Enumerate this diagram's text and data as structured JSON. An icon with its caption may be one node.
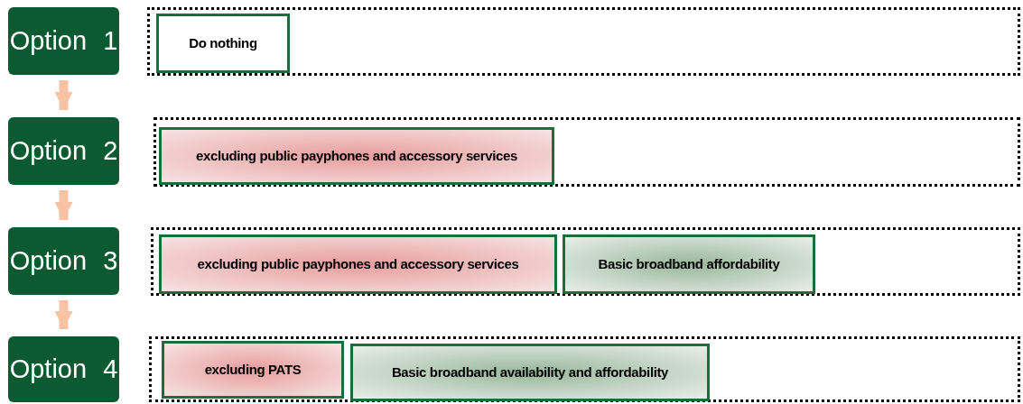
{
  "diagram": {
    "nodes": [
      {
        "text": [
          "Option 1"
        ]
      },
      {
        "text": [],
        "shape": "box"
      },
      {
        "text": [
          "Do nothing"
        ],
        "in": 1
      },
      {
        "text": [
          "Option 2"
        ]
      },
      {
        "text": [],
        "shape": "box"
      },
      {
        "text": [
          "excluding public payphones and accessory services"
        ],
        "in": 4
      },
      {
        "text": [
          "Option 3"
        ]
      },
      {
        "text": [],
        "shape": "box"
      },
      {
        "text": [
          "excluding public payphones and accessory services"
        ],
        "in": 7
      },
      {
        "text": [
          "Basic broadband affordability"
        ],
        "in": 7
      },
      {
        "text": [
          "Option 4"
        ]
      },
      {
        "text": [],
        "shape": "box"
      },
      {
        "text": [
          "excluding PATS"
        ],
        "in": 11
      },
      {
        "text": [
          "Basic broadband availability and affordability"
        ],
        "in": 11
      }
    ],
    "edges": [
      {
        "from": 0,
        "to": 3,
        "arrow": "to"
      },
      {
        "from": 3,
        "to": 6,
        "arrow": "to"
      },
      {
        "from": 6,
        "to": 10,
        "arrow": "to"
      }
    ]
  }
}
